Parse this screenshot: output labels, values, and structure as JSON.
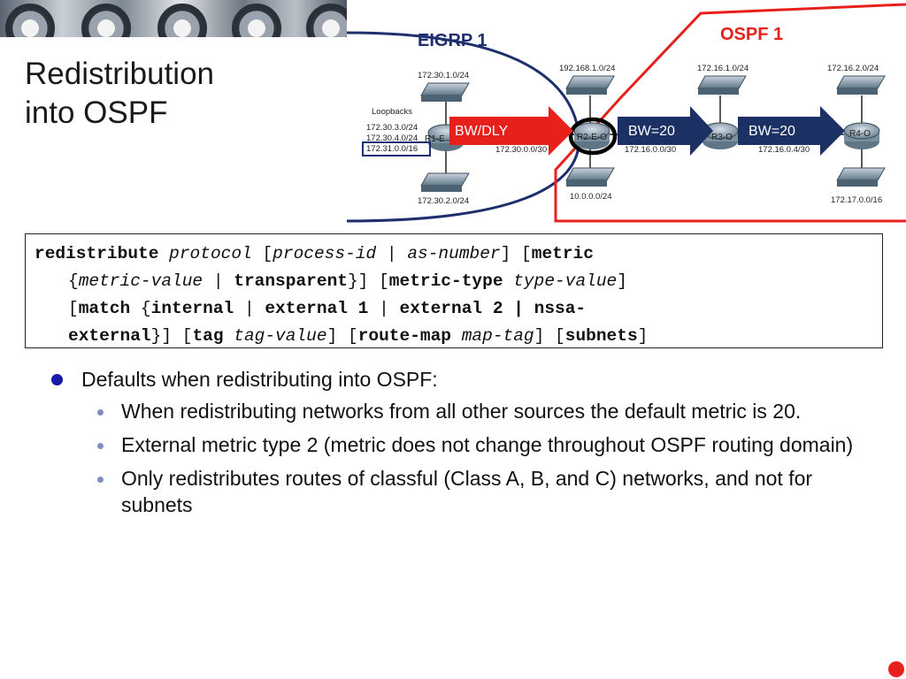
{
  "slide": {
    "title_line1": "Redistribution",
    "title_line2": "into OSPF"
  },
  "diagram": {
    "eigrp_label": "EIGRP 1",
    "ospf_label": "OSPF 1",
    "arrow_bw_dly": "BW/DLY",
    "arrow_bw_20_a": "BW=20",
    "arrow_bw_20_b": "BW=20",
    "routers": {
      "r1": "R1-E",
      "r2": "R2-E-O",
      "r3": "R3-O",
      "r4": "R4-O"
    },
    "loopbacks_title": "Loopbacks",
    "loopbacks": [
      "172.30.3.0/24",
      "172.30.4.0/24",
      "172.31.0.0/16"
    ],
    "networks": {
      "n_r1_top": "172.30.1.0/24",
      "n_r1_bottom": "172.30.2.0/24",
      "n_r2_top": "192.168.1.0/24",
      "n_r2_bottom": "10.0.0.0/24",
      "n_r1_r2": "172.30.0.0/30",
      "n_r3_top": "172.16.1.0/24",
      "n_r2_r3": "172.16.0.0/30",
      "n_r3_r4": "172.16.0.4/30",
      "n_r4_top": "172.16.2.0/24",
      "n_r4_bottom": "172.17.0.0/16"
    },
    "colors": {
      "eigrp": "#1f2f6e",
      "ospf": "#e8201c",
      "arrow_red": "#e8201c",
      "arrow_blue": "#1c3163"
    }
  },
  "syntax": {
    "t01": "redistribute",
    "t02": " ",
    "t03": "protocol",
    "t04": " [",
    "t05": "process-id",
    "t06": " | ",
    "t07": "as-number",
    "t08": "] [",
    "t09": "metric",
    "t10": "{",
    "t11": "metric-value",
    "t12": " | ",
    "t13": "transparent",
    "t14": "}] [",
    "t15": "metric-type",
    "t16": " ",
    "t17": "type-value",
    "t18": "]",
    "t19": "[",
    "t20": "match",
    "t21": " {",
    "t22": "internal",
    "t23": " | ",
    "t24": "external 1",
    "t25": " | ",
    "t26": "external 2 | nssa-",
    "t27": "external",
    "t28": "}] [",
    "t29": "tag",
    "t30": " ",
    "t31": "tag-value",
    "t32": "] [",
    "t33": "route-map",
    "t34": " ",
    "t35": "map-tag",
    "t36": "] [",
    "t37": "subnets",
    "t38": "]"
  },
  "bullets": {
    "main": "Defaults when redistributing into OSPF:",
    "sub": [
      "When redistributing networks from all other sources the default metric is 20.",
      "External metric type 2 (metric does not change throughout OSPF routing domain)",
      "Only redistributes routes of classful (Class A, B, and C) networks, and not for subnets"
    ]
  }
}
